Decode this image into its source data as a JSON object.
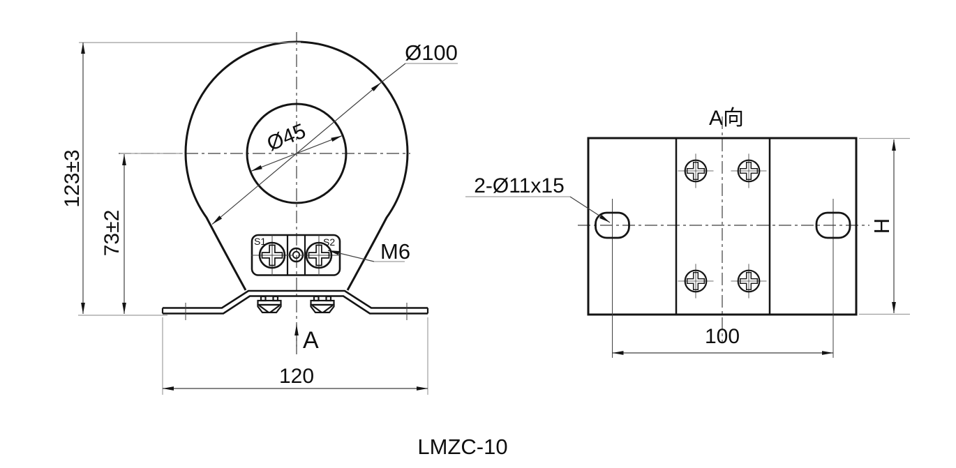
{
  "drawing": {
    "title": "LMZC-10",
    "front_view": {
      "dim_total_height": "123±3",
      "dim_center_height": "73±2",
      "dim_outer_diameter": "Ø100",
      "dim_inner_diameter": "Ø45",
      "terminal_label_s1": "S1",
      "terminal_label_s2": "S2",
      "terminal_screw_size": "M6",
      "view_direction_label": "A",
      "dim_base_width": "120"
    },
    "top_view": {
      "view_title": "A向",
      "mounting_slot_label": "2-Ø11x15",
      "dim_height_label": "H",
      "dim_slot_spacing": "100"
    },
    "colors": {
      "line": "#141414",
      "dimension": "#3f3f3f",
      "extension": "#9e9e9e",
      "background": "#ffffff"
    }
  }
}
